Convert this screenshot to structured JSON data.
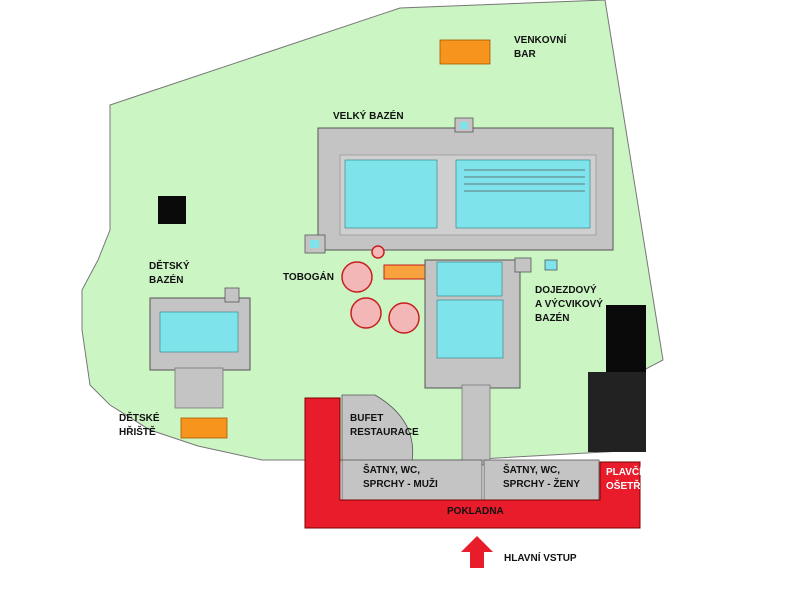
{
  "labels": {
    "venkovni_bar": [
      "VENKOVNÍ",
      "BAR"
    ],
    "velky_bazen": "VELKÝ BAZÉN",
    "detsky_bazen": [
      "DĚTSKÝ",
      "BAZÉN"
    ],
    "tobogan": "TOBOGÁN",
    "dojezdovy": [
      "DOJEZDOVÝ",
      "A VÝCVIKOVÝ",
      "BAZÉN"
    ],
    "detske_hriste": [
      "DĚTSKÉ",
      "HŘIŠTĚ"
    ],
    "bufet": [
      "BUFET",
      "RESTAURACE"
    ],
    "satny_muzi": [
      "ŠATNY, WC,",
      "SPRCHY - MUŽI"
    ],
    "satny_zeny": [
      "ŠATNY, WC,",
      "SPRCHY - ŽENY"
    ],
    "plavcik": [
      "PLAVČÍK,",
      "OŠETŘOVNA"
    ],
    "pokladna": "POKLADNA",
    "hlavni_vstup": "HLAVNÍ VSTUP"
  },
  "colors": {
    "grass": "#ccf5c4",
    "paving": "#bfbfbf",
    "water": "#7fe3eb",
    "building": "#e81c2a",
    "bar": "#f7941d",
    "dark": "#0a0a0a"
  }
}
